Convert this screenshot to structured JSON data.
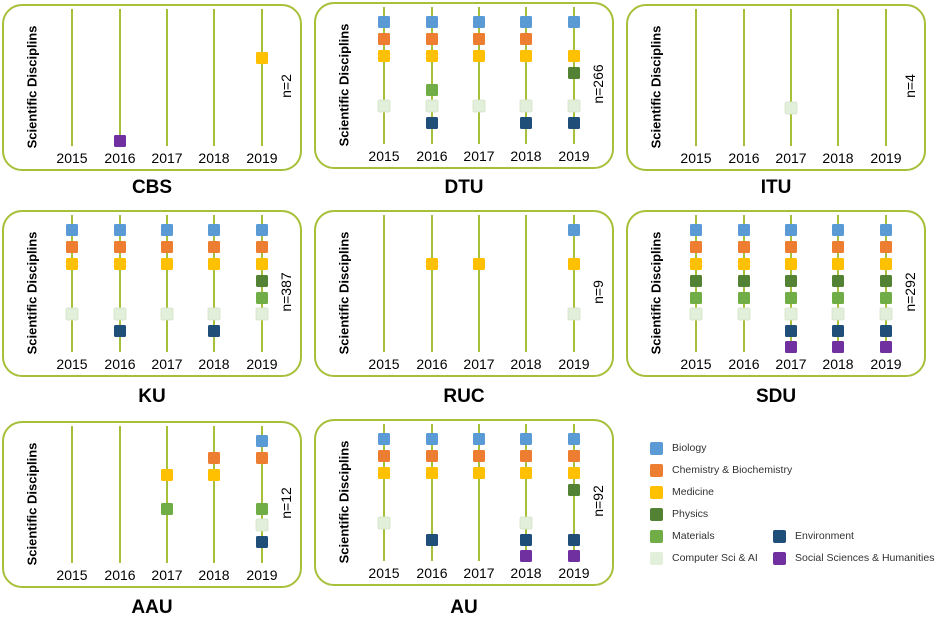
{
  "chart_data": {
    "type": "scatter",
    "ylabel": "Scientific Disciplins",
    "years": [
      "2015",
      "2016",
      "2017",
      "2018",
      "2019"
    ],
    "categories": [
      {
        "key": "bio",
        "name": "Biology",
        "color": "#5b9bd5"
      },
      {
        "key": "chem",
        "name": "Chemistry & Biochemistry",
        "color": "#ed7d31"
      },
      {
        "key": "med",
        "name": "Medicine",
        "color": "#ffc000"
      },
      {
        "key": "phys",
        "name": "Physics",
        "color": "#548235"
      },
      {
        "key": "mat",
        "name": "Materials",
        "color": "#70ad47"
      },
      {
        "key": "cs",
        "name": "Computer Sci & AI",
        "color": "#e2efda"
      },
      {
        "key": "env",
        "name": "Environment",
        "color": "#1f4e79"
      },
      {
        "key": "soc",
        "name": "Social Sciences & Humanities",
        "color": "#7030a0"
      }
    ],
    "panels": [
      {
        "name": "CBS",
        "n": "n=2",
        "points": {
          "2015": [],
          "2016": [
            "soc"
          ],
          "2017": [],
          "2018": [],
          "2019": [
            "med"
          ]
        }
      },
      {
        "name": "DTU",
        "n": "n=266",
        "points": {
          "2015": [
            "bio",
            "chem",
            "med",
            "cs"
          ],
          "2016": [
            "bio",
            "chem",
            "med",
            "mat",
            "cs",
            "env"
          ],
          "2017": [
            "bio",
            "chem",
            "med",
            "cs"
          ],
          "2018": [
            "bio",
            "chem",
            "med",
            "cs",
            "env"
          ],
          "2019": [
            "bio",
            "med",
            "phys",
            "cs",
            "env"
          ]
        }
      },
      {
        "name": "ITU",
        "n": "n=4",
        "points": {
          "2015": [],
          "2016": [],
          "2017": [
            "cs"
          ],
          "2018": [],
          "2019": []
        }
      },
      {
        "name": "KU",
        "n": "n=387",
        "points": {
          "2015": [
            "bio",
            "chem",
            "med",
            "cs"
          ],
          "2016": [
            "bio",
            "chem",
            "med",
            "cs",
            "env"
          ],
          "2017": [
            "bio",
            "chem",
            "med",
            "cs"
          ],
          "2018": [
            "bio",
            "chem",
            "med",
            "cs",
            "env"
          ],
          "2019": [
            "bio",
            "chem",
            "med",
            "phys",
            "mat",
            "cs"
          ]
        }
      },
      {
        "name": "RUC",
        "n": "n=9",
        "points": {
          "2015": [],
          "2016": [
            "med"
          ],
          "2017": [
            "med"
          ],
          "2018": [],
          "2019": [
            "bio",
            "med",
            "cs"
          ]
        }
      },
      {
        "name": "SDU",
        "n": "n=292",
        "points": {
          "2015": [
            "bio",
            "chem",
            "med",
            "phys",
            "mat",
            "cs"
          ],
          "2016": [
            "bio",
            "chem",
            "med",
            "phys",
            "mat",
            "cs"
          ],
          "2017": [
            "bio",
            "chem",
            "med",
            "phys",
            "mat",
            "cs",
            "env",
            "soc"
          ],
          "2018": [
            "bio",
            "chem",
            "med",
            "phys",
            "mat",
            "cs",
            "env",
            "soc"
          ],
          "2019": [
            "bio",
            "chem",
            "med",
            "phys",
            "mat",
            "cs",
            "env",
            "soc"
          ]
        }
      },
      {
        "name": "AAU",
        "n": "n=12",
        "points": {
          "2015": [],
          "2016": [],
          "2017": [
            "med",
            "mat"
          ],
          "2018": [
            "chem",
            "med"
          ],
          "2019": [
            "bio",
            "chem",
            "mat",
            "cs",
            "env"
          ]
        }
      },
      {
        "name": "AU",
        "n": "n=92",
        "points": {
          "2015": [
            "bio",
            "chem",
            "med",
            "cs"
          ],
          "2016": [
            "bio",
            "chem",
            "med",
            "env"
          ],
          "2017": [
            "bio",
            "chem",
            "med"
          ],
          "2018": [
            "bio",
            "chem",
            "med",
            "cs",
            "env",
            "soc"
          ],
          "2019": [
            "bio",
            "chem",
            "med",
            "phys",
            "env",
            "soc"
          ]
        }
      }
    ]
  }
}
